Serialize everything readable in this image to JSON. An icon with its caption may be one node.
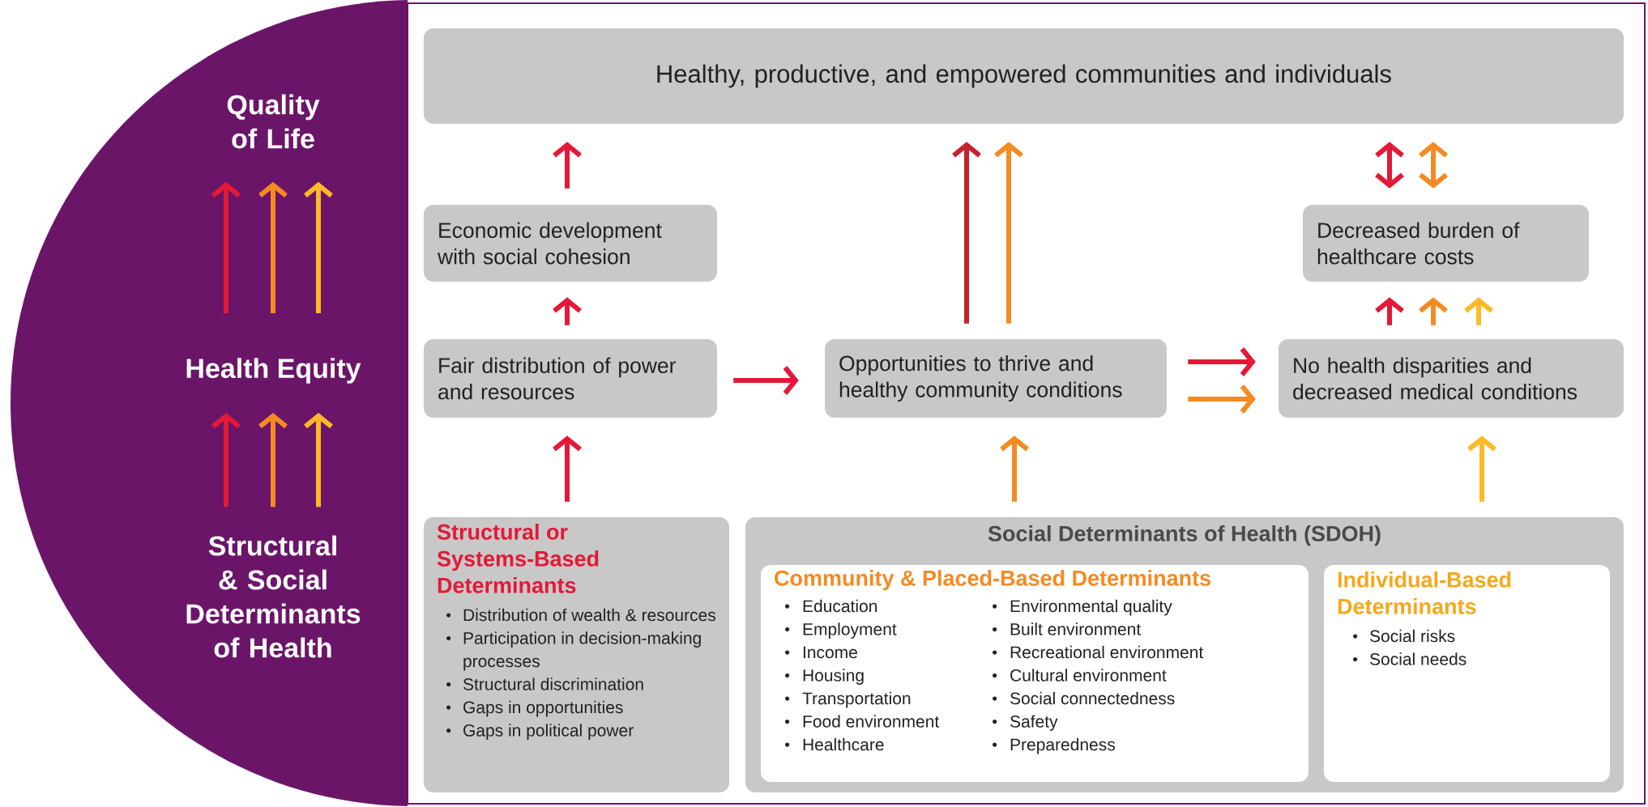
{
  "diagram": {
    "nodes": [
      {
        "text": [
          "Quality of Life"
        ]
      },
      {
        "text": [
          "Health Equity"
        ]
      },
      {
        "text": [
          "Structural & Social Determinants of Health"
        ]
      },
      {
        "text": [
          "Healthy, productive, and empowered communities and individuals"
        ]
      },
      {
        "text": [
          "Economic development with social cohesion"
        ]
      },
      {
        "text": [
          "Decreased burden of healthcare costs"
        ]
      },
      {
        "text": [
          "Fair distribution of power and resources"
        ]
      },
      {
        "text": [
          "Opportunities to thrive and healthy community conditions"
        ]
      },
      {
        "text": [
          "No health disparities and decreased medical conditions"
        ]
      },
      {
        "text": [
          "Structural or Systems-Based Determinants",
          "Distribution of wealth & resources",
          "Participation in decision-making processes",
          "Structural discrimination",
          "Gaps in opportunities",
          "Gaps in political power"
        ]
      },
      {
        "text": [
          "Social Determinants of Health (SDOH)"
        ]
      },
      {
        "text": [
          "Community & Placed-Based Determinants",
          "Education",
          "Employment",
          "Income",
          "Housing",
          "Transportation",
          "Food environment",
          "Healthcare",
          "Environmental quality",
          "Built environment",
          "Recreational environment",
          "Cultural environment",
          "Social connectedness",
          "Safety",
          "Preparedness"
        ],
        "in": 10
      },
      {
        "text": [
          "Individual-Based Determinants",
          "Social risks",
          "Social needs"
        ],
        "in": 10
      }
    ],
    "edges": [
      {
        "from": 2,
        "to": 1,
        "arrow": "to"
      },
      {
        "from": 2,
        "to": 1,
        "arrow": "to",
        "color": "#f58a23"
      },
      {
        "from": 2,
        "to": 1,
        "arrow": "to",
        "color": "#fdb927"
      },
      {
        "from": 1,
        "to": 0,
        "arrow": "to"
      },
      {
        "from": 1,
        "to": 0,
        "arrow": "to",
        "color": "#f58a23"
      },
      {
        "from": 1,
        "to": 0,
        "arrow": "to",
        "color": "#fdb927"
      },
      {
        "from": 9,
        "to": 6,
        "arrow": "to"
      },
      {
        "from": 6,
        "to": 4,
        "arrow": "to"
      },
      {
        "from": 4,
        "to": 3,
        "arrow": "to"
      },
      {
        "from": 6,
        "to": 7,
        "arrow": "to"
      },
      {
        "from": 7,
        "to": 3,
        "arrow": "to",
        "color": "#c8202f"
      },
      {
        "from": 7,
        "to": 3,
        "arrow": "to",
        "color": "#f58a23"
      },
      {
        "from": 7,
        "to": 8,
        "arrow": "to"
      },
      {
        "from": 7,
        "to": 8,
        "arrow": "to",
        "color": "#f58a23"
      },
      {
        "from": 8,
        "to": 5,
        "arrow": "to"
      },
      {
        "from": 8,
        "to": 5,
        "arrow": "to",
        "color": "#f58a23"
      },
      {
        "from": 8,
        "to": 5,
        "arrow": "to",
        "color": "#fdb927"
      },
      {
        "from": 5,
        "to": 3,
        "arrow": "both"
      },
      {
        "from": 5,
        "to": 3,
        "arrow": "both",
        "color": "#f58a23"
      },
      {
        "from": 11,
        "to": 7,
        "arrow": "to",
        "color": "#f58a23"
      },
      {
        "from": 12,
        "to": 8,
        "arrow": "to",
        "color": "#fdb927"
      }
    ]
  }
}
